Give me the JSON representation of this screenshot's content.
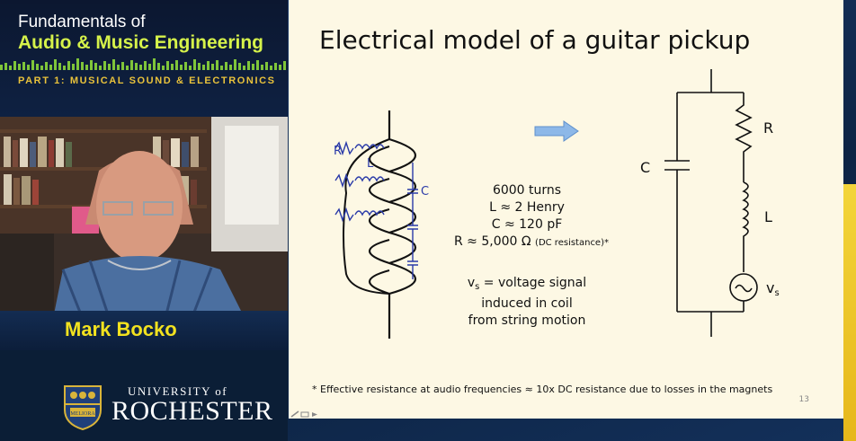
{
  "header": {
    "title_line1": "Fundamentals of",
    "title_line2": "Audio & Music Engineering",
    "subtitle": "PART 1: MUSICAL SOUND & ELECTRONICS"
  },
  "speaker": {
    "name": "Mark Bocko"
  },
  "university": {
    "small": "UNIVERSITY of",
    "big": "ROCHESTER",
    "seal_text": "MELIORA"
  },
  "slide": {
    "title": "Electrical model of a guitar pickup",
    "coil_labels": {
      "r": "R",
      "l": "L",
      "c": "C"
    },
    "specs": [
      "6000 turns",
      "L ≈ 2 Henry",
      "C ≈ 120 pF"
    ],
    "resistance_main": "R ≈ 5,000 Ω",
    "resistance_note": "(DC resistance)*",
    "signal_line1_prefix": "v",
    "signal_line1_sub": "s",
    "signal_line1_suffix": " = voltage signal",
    "signal_line2": "induced in coil",
    "signal_line3": "from string motion",
    "circuit_labels": {
      "c": "C",
      "r": "R",
      "l": "L",
      "v": "v",
      "v_sub": "s"
    },
    "footnote": "* Effective resistance at audio frequencies ≈ 10x DC resistance due to losses in the magnets",
    "page_number": "13"
  },
  "colors": {
    "accent_green": "#d6f24a",
    "accent_gold": "#e9c23b",
    "coil_blue": "#2a3aa8",
    "arrow_blue": "#8db8e8"
  }
}
